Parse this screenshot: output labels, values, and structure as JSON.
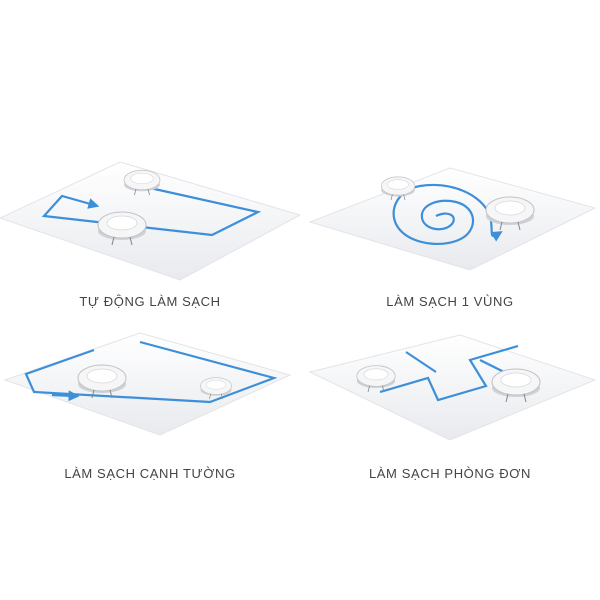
{
  "modes": [
    {
      "label": "TỰ ĐỘNG LÀM SẠCH"
    },
    {
      "label": "LÀM SẠCH 1 VÙNG"
    },
    {
      "label": "LÀM SẠCH CẠNH TƯỜNG"
    },
    {
      "label": "LÀM SẠCH PHÒNG ĐƠN"
    }
  ],
  "colors": {
    "path": "#3c8fd8",
    "floor": "#f1f2f4",
    "robot_body": "#f6f6f6",
    "text": "#444444"
  }
}
